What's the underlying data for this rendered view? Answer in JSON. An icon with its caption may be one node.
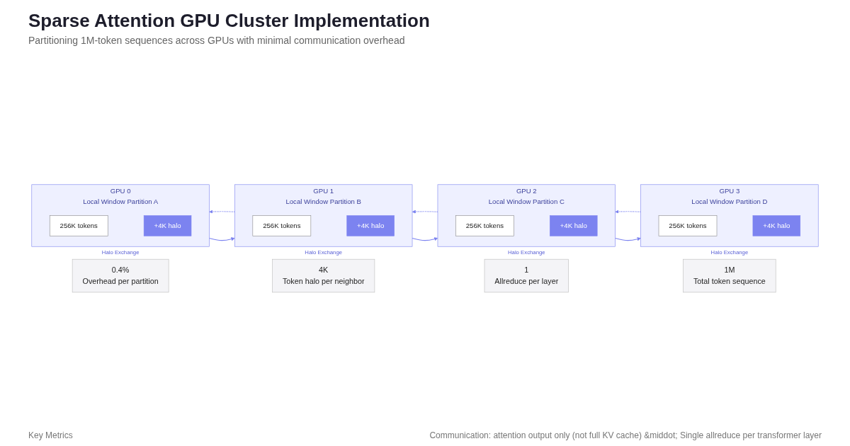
{
  "diagram": {
    "title": "Sparse Attention GPU Cluster Implementation",
    "nodes": [
      {
        "text": [
          "GPU 0",
          "Local Window Partition A"
        ],
        "beside": [
          "Halo Exchange"
        ]
      },
      {
        "text": [
          "256K tokens"
        ],
        "in": 0
      },
      {
        "text": [
          "+4K halo"
        ],
        "in": 0
      },
      {
        "text": [
          "GPU 1",
          "Local Window Partition B"
        ],
        "beside": [
          "Halo Exchange"
        ]
      },
      {
        "text": [
          "256K tokens"
        ],
        "in": 3
      },
      {
        "text": [
          "+4K halo"
        ],
        "in": 3
      },
      {
        "text": [
          "GPU 2",
          "Local Window Partition C"
        ],
        "beside": [
          "Halo Exchange"
        ]
      },
      {
        "text": [
          "256K tokens"
        ],
        "in": 6
      },
      {
        "text": [
          "+4K halo"
        ],
        "in": 6
      },
      {
        "text": [
          "GPU 3",
          "Local Window Partition D"
        ],
        "beside": [
          "Halo Exchange"
        ]
      },
      {
        "text": [
          "256K tokens"
        ],
        "in": 9
      },
      {
        "text": [
          "+4K halo"
        ],
        "in": 9
      },
      {
        "text": [
          "0.4%",
          "Overhead per partition"
        ]
      },
      {
        "text": [
          "4K",
          "Token halo per neighbor"
        ]
      },
      {
        "text": [
          "1",
          "Allreduce per layer"
        ]
      },
      {
        "text": [
          "1M",
          "Total token sequence"
        ]
      }
    ],
    "edges": [
      {
        "from": 0,
        "to": 3,
        "arrow": "to"
      },
      {
        "from": 3,
        "to": 6,
        "arrow": "to"
      },
      {
        "from": 6,
        "to": 9,
        "arrow": "to"
      },
      {
        "from": 3,
        "to": 0,
        "arrow": "to",
        "style": "dashed"
      },
      {
        "from": 6,
        "to": 3,
        "arrow": "to",
        "style": "dashed"
      },
      {
        "from": 9,
        "to": 6,
        "arrow": "to",
        "style": "dashed"
      }
    ],
    "labels": [
      "Partitioning 1M-token sequences across GPUs with minimal communication overhead",
      "Key Metrics",
      "Communication: attention output only (not full KV cache) &middot; Single allreduce per transformer layer"
    ]
  }
}
